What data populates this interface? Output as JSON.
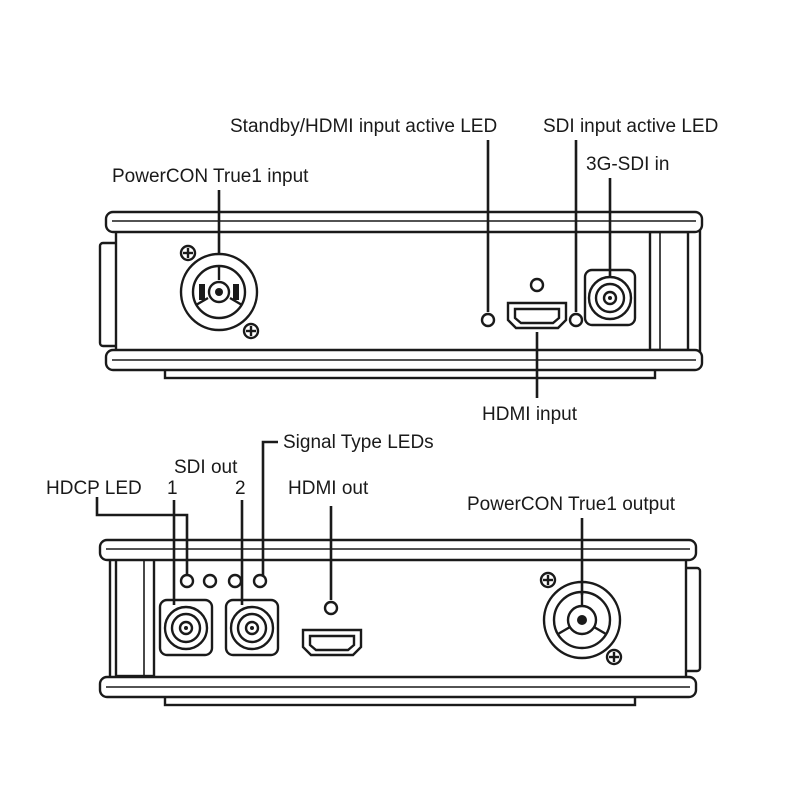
{
  "top_panel": {
    "labels": {
      "standby_led": "Standby/HDMI input active LED",
      "sdi_input_led": "SDI input active LED",
      "sdi_in": "3G-SDI in",
      "powercon_input": "PowerCON True1 input",
      "hdmi_input": "HDMI input"
    }
  },
  "bottom_panel": {
    "labels": {
      "signal_type_leds": "Signal Type LEDs",
      "sdi_out": "SDI out",
      "hdcp_led": "HDCP LED",
      "sdi_out_1": "1",
      "sdi_out_2": "2",
      "hdmi_out": "HDMI out",
      "powercon_output": "PowerCON True1 output"
    }
  }
}
